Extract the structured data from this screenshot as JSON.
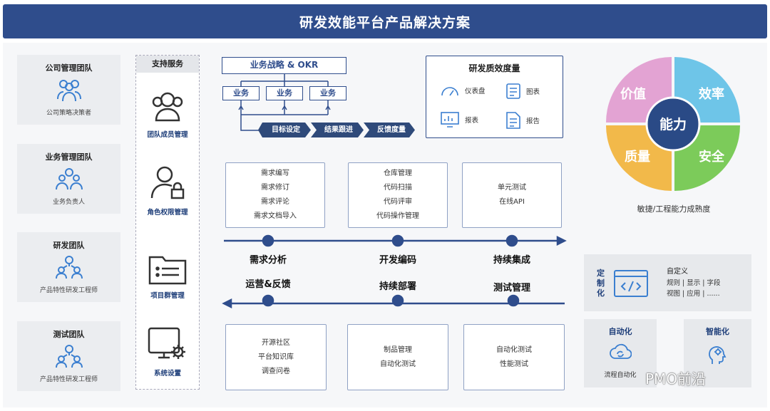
{
  "title": "研发效能平台产品解决方案",
  "teams": [
    {
      "title": "公司管理团队",
      "sub": "公司策略决策者"
    },
    {
      "title": "业务管理团队",
      "sub": "业务负责人"
    },
    {
      "title": "研发团队",
      "sub": "产品特性研发工程师"
    },
    {
      "title": "测试团队",
      "sub": "产品特性研发工程师"
    }
  ],
  "support": {
    "header": "支持服务",
    "items": [
      "团队成员管理",
      "角色权限管理",
      "项目群管理",
      "系统设置"
    ]
  },
  "strategy": {
    "okr": "业务战略 & OKR",
    "business": [
      "业务",
      "业务",
      "业务"
    ],
    "flow": [
      "目标设定",
      "结果跟进",
      "反馈度量"
    ]
  },
  "quality": {
    "title": "研发质效度量",
    "items": [
      "仪表盘",
      "图表",
      "报表",
      "报告"
    ]
  },
  "top_boxes": [
    [
      "需求编写",
      "需求修订",
      "需求评论",
      "需求文档导入"
    ],
    [
      "仓库管理",
      "代码扫描",
      "代码评审",
      "代码操作管理"
    ],
    [
      "单元测试",
      "在线API"
    ]
  ],
  "stages_top": [
    "需求分析",
    "开发编码",
    "持续集成"
  ],
  "stages_bottom": [
    "运营&反馈",
    "持续部署",
    "测试管理"
  ],
  "bottom_boxes": [
    [
      "开源社区",
      "平台知识库",
      "调查问卷"
    ],
    [
      "制品管理",
      "自动化测试"
    ],
    [
      "自动化测试",
      "性能测试"
    ]
  ],
  "capability": {
    "center": "能力",
    "quadrants": [
      "价值",
      "效率",
      "质量",
      "安全"
    ],
    "colors": [
      "#e3a3d3",
      "#6ec5e8",
      "#f2b94a",
      "#7ccb5a"
    ],
    "label": "敏捷/工程能力成熟度"
  },
  "custom": {
    "side": "定制化",
    "title": "自定义",
    "line1": "规则 | 显示 | 字段",
    "line2": "视图 | 应用 | ......"
  },
  "auto": {
    "title": "自动化",
    "sub": "流程自动化"
  },
  "intel": {
    "title": "智能化",
    "sub": ""
  },
  "watermark": "PMO前沿"
}
